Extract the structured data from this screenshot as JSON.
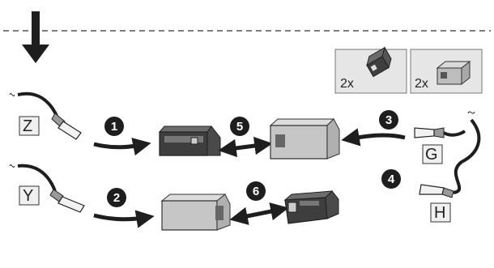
{
  "colors": {
    "dark_part": "#4a4a4a",
    "light_part": "#c8c8c8",
    "marker": "#1e1e1e",
    "arrow": "#1e1e1e",
    "dashed_line": "#555555"
  },
  "icons": [
    "down-arrow-icon",
    "step-marker-icon",
    "double-arrow-icon",
    "curved-arrow-icon"
  ],
  "labels": {
    "z": "Z",
    "y": "Y",
    "g": "G",
    "h": "H"
  },
  "parts_box": {
    "dark_qty": "2x",
    "light_qty": "2x"
  },
  "steps": [
    "1",
    "2",
    "3",
    "4",
    "5",
    "6"
  ]
}
